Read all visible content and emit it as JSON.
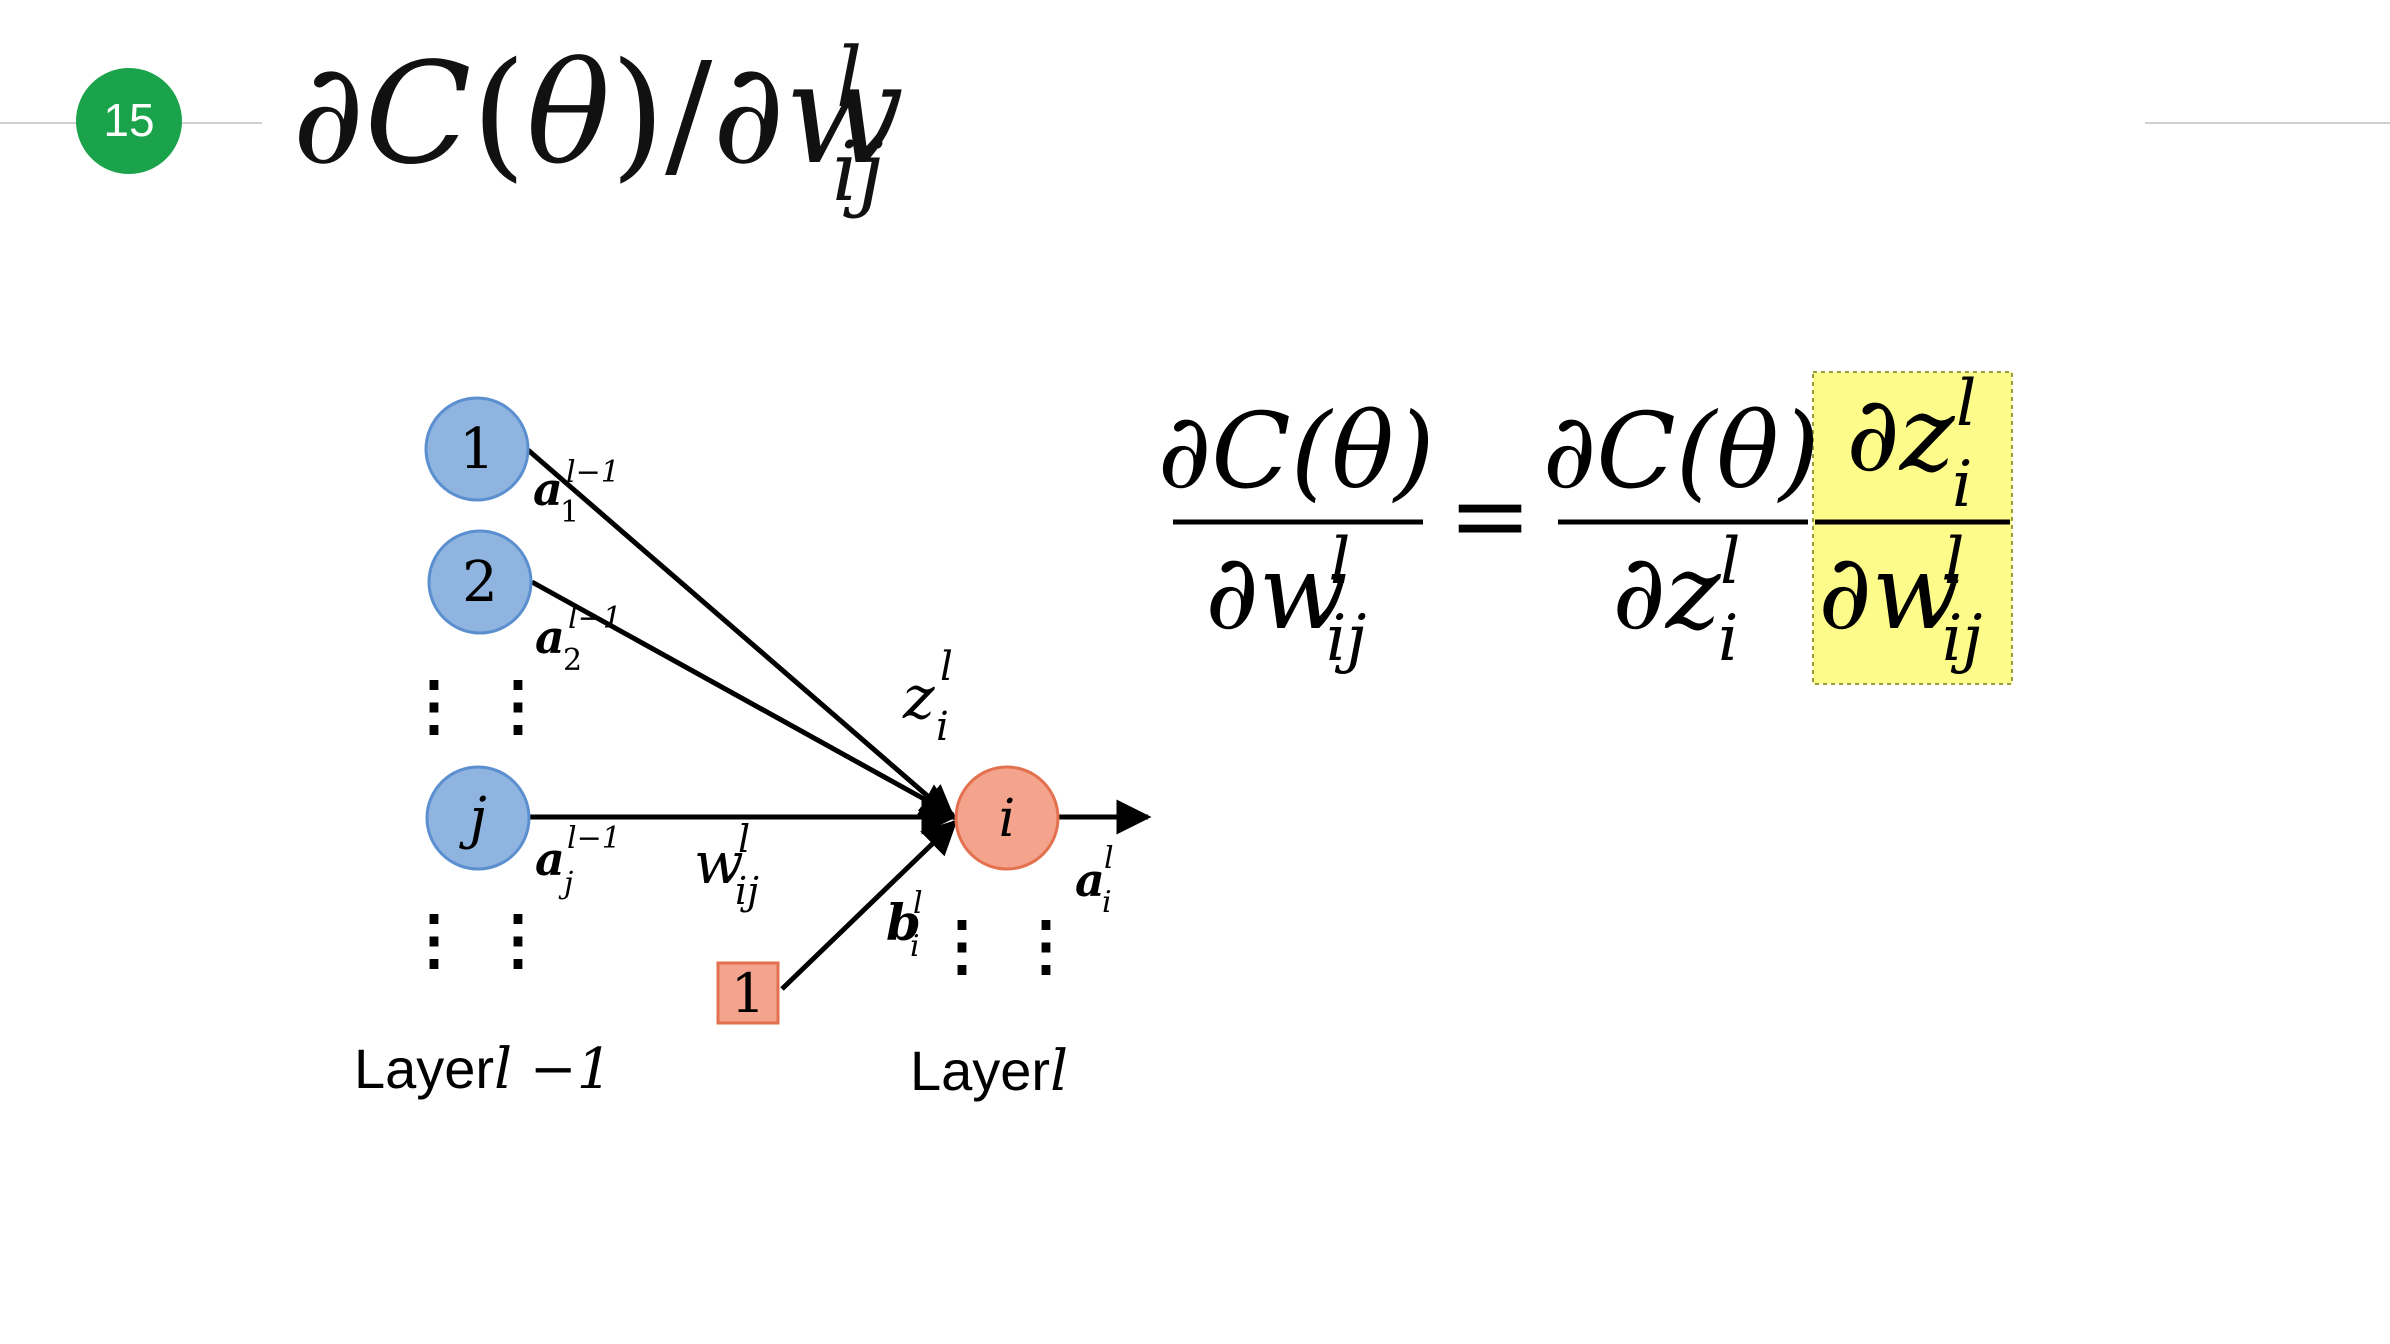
{
  "slide": {
    "number": "15",
    "title": {
      "partial": "∂",
      "cost": "C",
      "open": "(",
      "theta": "θ",
      "close": ")",
      "slash": "/",
      "w": "w",
      "sup": "l",
      "sub": "ij"
    }
  },
  "colors": {
    "badge": "#1aa34a",
    "prev_node_fill": "#8fb4e0",
    "prev_node_stroke": "#5b8fcf",
    "cur_node_fill": "#f4a48d",
    "cur_node_stroke": "#e3714f",
    "bias_fill": "#f4a48d",
    "highlight_fill": "#fdfb8a",
    "highlight_border": "#9a9a3a",
    "divider": "#cfcfcf"
  },
  "diagram": {
    "prev_nodes": [
      {
        "label": "1",
        "act_base": "a",
        "act_sub": "1",
        "act_sup": "l−1"
      },
      {
        "label": "2",
        "act_base": "a",
        "act_sub": "2",
        "act_sup": "l−1"
      },
      {
        "label": "j",
        "act_base": "a",
        "act_sub": "j",
        "act_sup": "l−1"
      }
    ],
    "current_node": {
      "label": "i"
    },
    "bias_box": "1",
    "z_label": {
      "base": "z",
      "sup": "l",
      "sub": "i"
    },
    "w_label": {
      "base": "w",
      "sup": "l",
      "sub": "ij"
    },
    "b_label": {
      "base": "b",
      "sup": "l",
      "sub": "i"
    },
    "out_label": {
      "base": "a",
      "sup": "l",
      "sub": "i"
    },
    "dots": "⋮",
    "layer_prev": {
      "text": "Layer",
      "math": "l −1"
    },
    "layer_cur": {
      "text": "Layer",
      "math": "l"
    }
  },
  "equation": {
    "partial": "∂",
    "cost": "C(θ)",
    "w": "w",
    "z": "z",
    "sup": "l",
    "sub_ij": "ij",
    "sub_i": "i",
    "equals": "="
  }
}
